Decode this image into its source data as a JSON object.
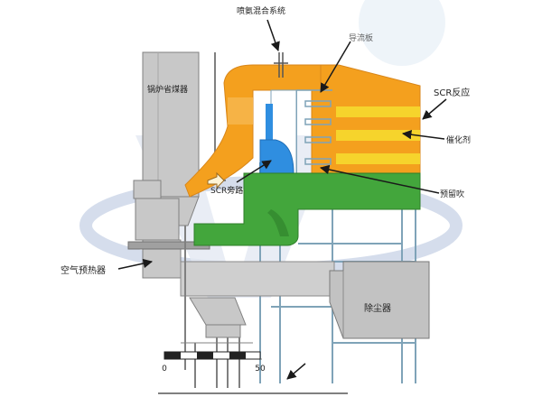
{
  "labels": {
    "ammonia_mixing": "喷氨混合系统",
    "deflector": "导流板",
    "scr_reactor": "SCR反应",
    "catalyst": "催化剂",
    "boiler_economizer": "锅炉省煤器",
    "scr_bypass": "SCR旁路",
    "soot_blower": "预留吹",
    "air_preheater": "空气预热器",
    "precipitator": "除尘器"
  },
  "scale": {
    "start": "0",
    "end": "50"
  },
  "colors": {
    "flue_orange": "#f4a01e",
    "catalyst_yellow": "#f6d42c",
    "bypass_blue": "#2f8ee0",
    "gas_green": "#43a63c",
    "equipment_gray": "#c8c8c8",
    "steel_blue": "#7fa3b8",
    "watermark": "#b9c6de"
  }
}
